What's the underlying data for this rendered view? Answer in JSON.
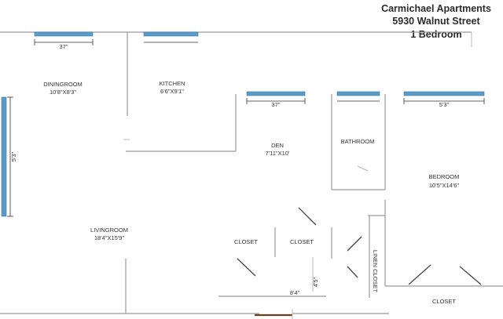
{
  "title": {
    "line1": "Carmichael Apartments",
    "line2": "5930 Walnut Street",
    "line3": "1 Bedroom"
  },
  "rooms": {
    "dining": {
      "name": "DININGROOM",
      "dims": "10'8\"X8'3\""
    },
    "kitchen": {
      "name": "KITCHEN",
      "dims": "6'6\"X9'1\""
    },
    "den": {
      "name": "DEN",
      "dims": "7'11\"X10'"
    },
    "bathroom": {
      "name": "BATHROOM"
    },
    "bedroom": {
      "name": "BEDROOM",
      "dims": "10'5\"X14'6\""
    },
    "living": {
      "name": "LIVINGROOM",
      "dims": "18'4\"X15'9\""
    },
    "closet_left": {
      "name": "CLOSET"
    },
    "closet_mid": {
      "name": "CLOSET"
    },
    "linen_closet": {
      "name": "LINEN CLOSET"
    },
    "closet_bedroom": {
      "name": "CLOSET"
    }
  },
  "windows": {
    "dining": "37\"",
    "den": "37\"",
    "bedroom": "5'3\"",
    "living_side": "5'3\""
  },
  "dimensions": {
    "hall_width": "8'4\"",
    "hall_depth": "4'5\""
  }
}
